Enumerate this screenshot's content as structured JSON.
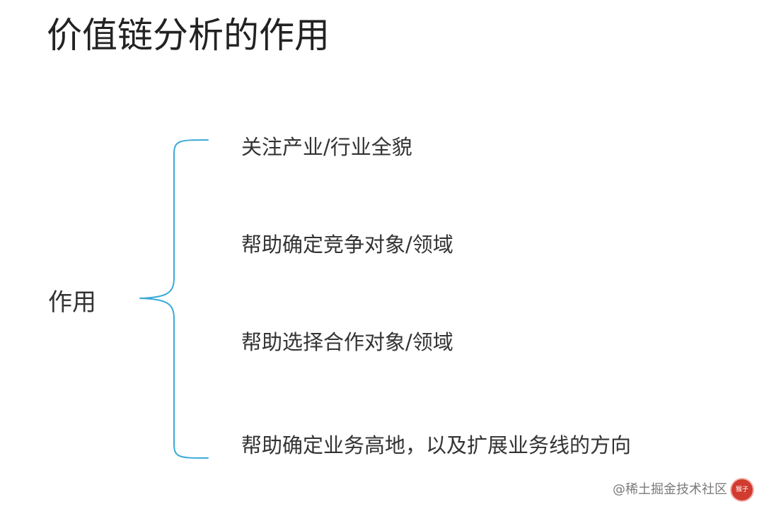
{
  "title": "价值链分析的作用",
  "left_label": "作用",
  "items": [
    "关注产业/行业全貌",
    "帮助确定竞争对象/领域",
    "帮助选择合作对象/领域",
    "帮助确定业务高地，以及扩展业务线的方向"
  ],
  "colors": {
    "brace": "#39A9D8",
    "text": "#333333"
  },
  "watermark": {
    "text": "@稀土掘金技术社区",
    "badge": "猴子"
  }
}
